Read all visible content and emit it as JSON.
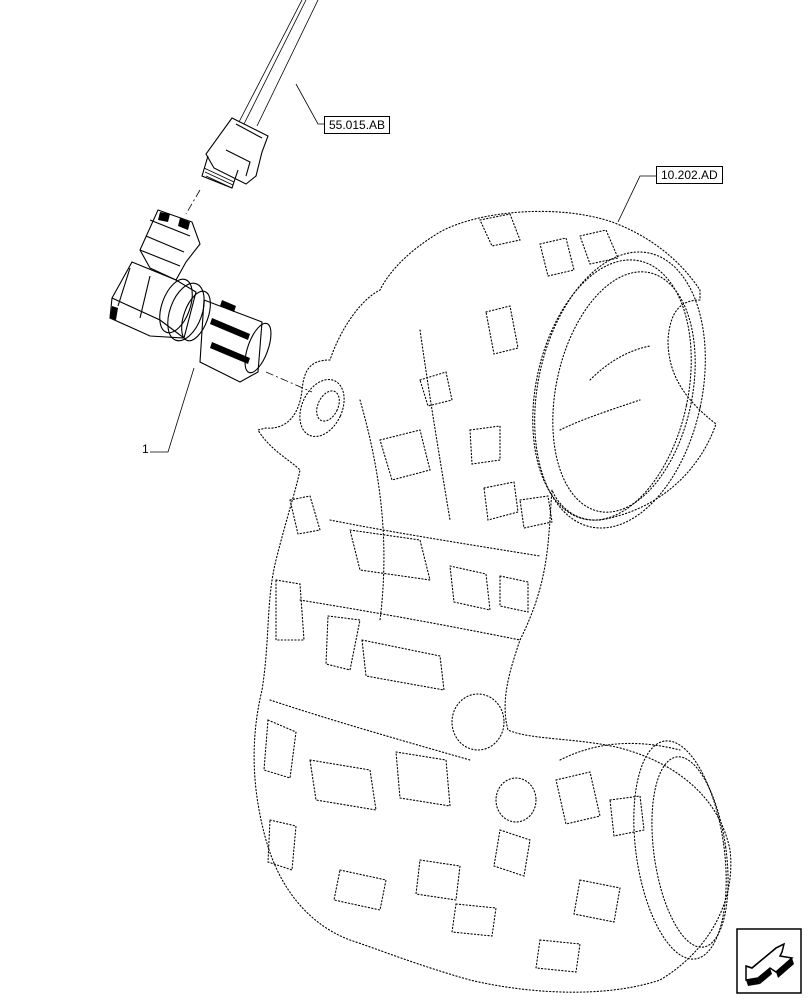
{
  "callouts": {
    "hose_ref": "55.015.AB",
    "manifold_ref": "10.202.AD",
    "item_number": "1"
  },
  "icons": {
    "nav": "next-page-arrow-icon"
  },
  "colors": {
    "line": "#000000",
    "background": "#ffffff"
  }
}
